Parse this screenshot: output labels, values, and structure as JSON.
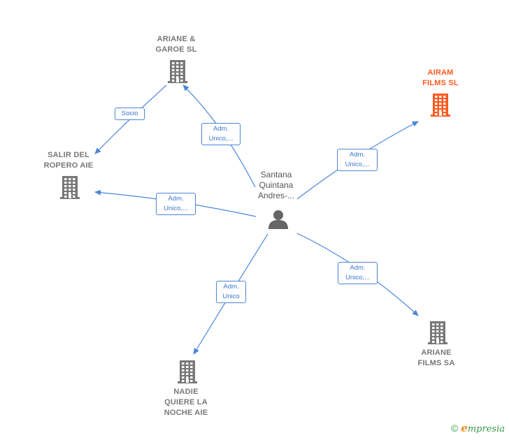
{
  "colors": {
    "edge": "#4a86d8",
    "building": "#777777",
    "building_highlight": "#ff5a1f",
    "person": "#666666"
  },
  "center": {
    "label": "Santana\nQuintana\nAndres-...",
    "icon": "person-icon"
  },
  "nodes": [
    {
      "id": "ariane-garoe",
      "label": "ARIANE &\nGAROE  SL",
      "icon": "building-icon",
      "highlight": false
    },
    {
      "id": "airam-films",
      "label": "AIRAM\nFILMS  SL",
      "icon": "building-icon",
      "highlight": true
    },
    {
      "id": "salir-del-ropero",
      "label": "SALIR DEL\nROPERO  AIE",
      "icon": "building-icon",
      "highlight": false
    },
    {
      "id": "nadie-quiere",
      "label": "NADIE\nQUIERE LA\nNOCHE  AIE",
      "icon": "building-icon",
      "highlight": false
    },
    {
      "id": "ariane-films-sa",
      "label": "ARIANE\nFILMS SA",
      "icon": "building-icon",
      "highlight": false
    }
  ],
  "edges": [
    {
      "id": "e-ariane-garoe",
      "label": "Adm.\nUnico,..."
    },
    {
      "id": "e-airam",
      "label": "Adm.\nUnico,..."
    },
    {
      "id": "e-salir",
      "label": "Adm.\nUnico,..."
    },
    {
      "id": "e-nadie",
      "label": "Adm.\nUnico"
    },
    {
      "id": "e-ariane-sa",
      "label": "Adm.\nUnico,..."
    },
    {
      "id": "e-socio",
      "label": "Socio"
    }
  ],
  "footer": {
    "copyright": "©",
    "brand_first": "e",
    "brand_rest": "mpresia"
  }
}
